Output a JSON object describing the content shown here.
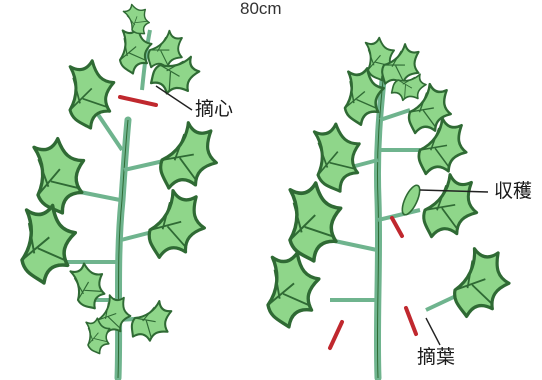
{
  "header_text": "80cm",
  "labels": {
    "tekishin": "摘心",
    "shukaku": "収穫",
    "tekiyo": "摘葉"
  },
  "colors": {
    "leaf_fill": "#8fd68a",
    "leaf_stroke": "#2f6a34",
    "stem": "#6fb48e",
    "cut_mark": "#c0282e",
    "pointer": "#222222"
  }
}
